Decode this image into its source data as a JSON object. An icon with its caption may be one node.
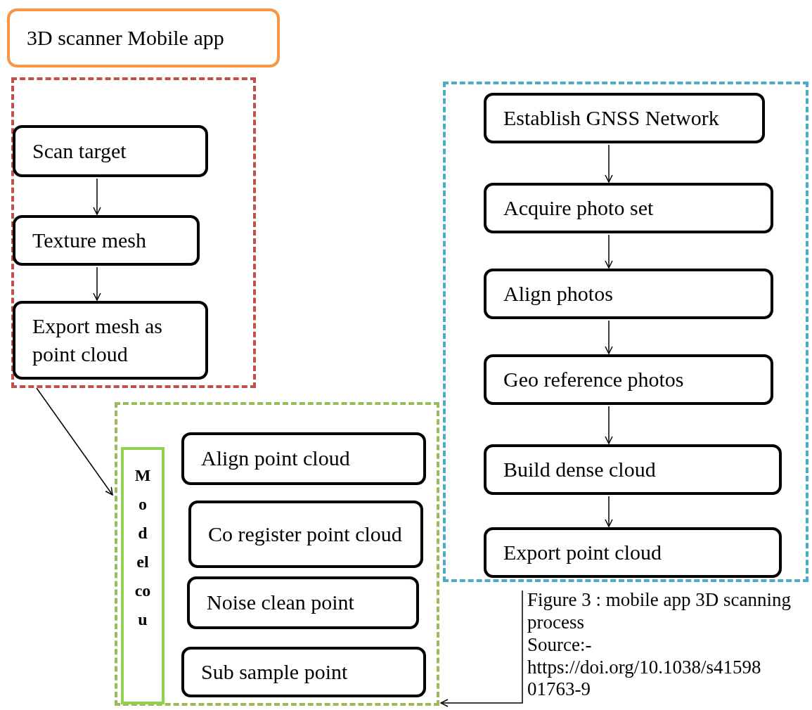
{
  "diagram": {
    "nodes": [
      {
        "text": [
          "3D scanner Mobile app"
        ]
      },
      {
        "text": [],
        "shape": "box"
      },
      {
        "text": [
          "Scan target"
        ],
        "in": 1
      },
      {
        "text": [
          "Texture mesh"
        ],
        "in": 1
      },
      {
        "text": [
          "Export mesh as point cloud"
        ],
        "in": 1
      },
      {
        "text": [],
        "shape": "box"
      },
      {
        "text": [
          "Establish GNSS Network"
        ],
        "in": 5
      },
      {
        "text": [
          "Acquire photo set"
        ],
        "in": 5
      },
      {
        "text": [
          "Align photos"
        ],
        "in": 5
      },
      {
        "text": [
          "Geo reference photos"
        ],
        "in": 5
      },
      {
        "text": [
          "Build dense cloud"
        ],
        "in": 5
      },
      {
        "text": [
          "Export point cloud"
        ],
        "in": 5
      },
      {
        "text": [],
        "shape": "box"
      },
      {
        "text": [
          "Modelcou"
        ],
        "in": 12
      },
      {
        "text": [
          "Align point cloud"
        ],
        "in": 12
      },
      {
        "text": [
          "Co register point cloud"
        ],
        "in": 12
      },
      {
        "text": [
          "Noise clean point"
        ],
        "in": 12
      },
      {
        "text": [
          "Sub sample point"
        ],
        "in": 12
      },
      {
        "text": [
          "Figure 3 : mobile app 3D scanning process",
          "Source:- https://doi.org/10.1038/s41598 01763-9"
        ]
      }
    ],
    "edges": [
      {
        "from": 2,
        "to": 3,
        "arrow": "to"
      },
      {
        "from": 3,
        "to": 4,
        "arrow": "to"
      },
      {
        "from": 6,
        "to": 7,
        "arrow": "to"
      },
      {
        "from": 7,
        "to": 8,
        "arrow": "to"
      },
      {
        "from": 8,
        "to": 9,
        "arrow": "to"
      },
      {
        "from": 9,
        "to": 10,
        "arrow": "to"
      },
      {
        "from": 10,
        "to": 11,
        "arrow": "to"
      },
      {
        "from": 1,
        "to": 12,
        "arrow": "to"
      },
      {
        "from": 18,
        "to": 12,
        "arrow": "to"
      }
    ]
  }
}
